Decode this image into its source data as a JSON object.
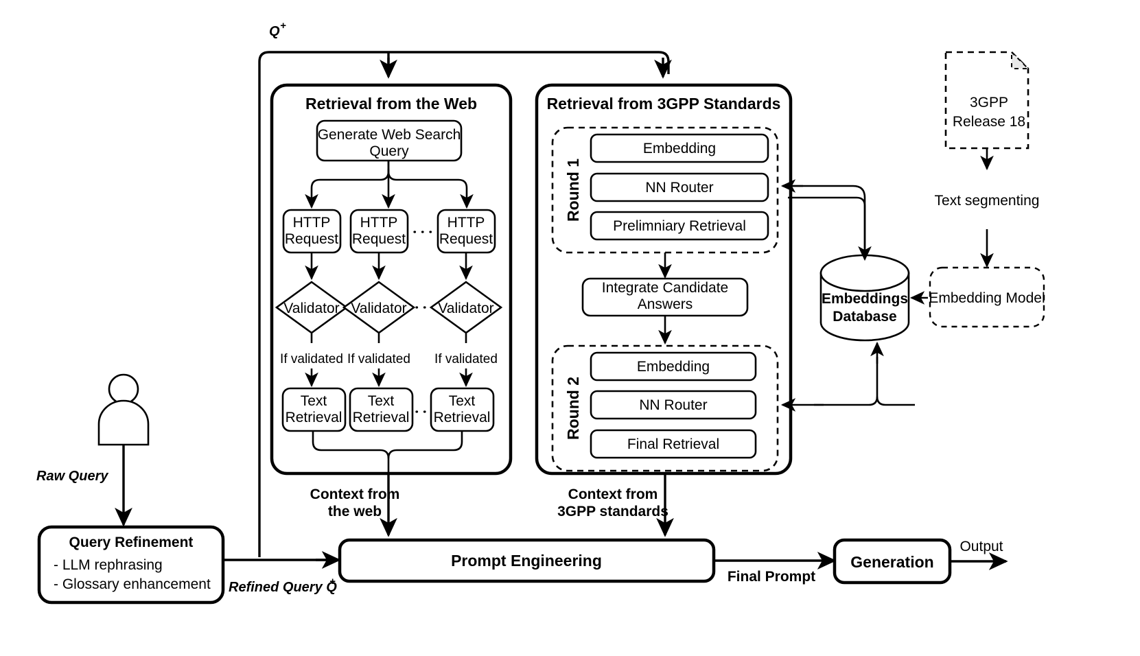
{
  "diagram": {
    "title": "Telecom RAG pipeline architecture",
    "colors": {
      "stroke": "#000000",
      "fill": "#ffffff",
      "page": "#ffffff"
    },
    "labels": {
      "q_plus": "Q",
      "q_plus_sup": "+",
      "raw_query": "Raw Query",
      "refined_query": "Refined Query Q",
      "refined_query_sup": "+",
      "if_validated": "If validated",
      "context_web_l1": "Context from",
      "context_web_l2": "the web",
      "context_3gpp_l1": "Context from",
      "context_3gpp_l2": "3GPP standards",
      "final_prompt": "Final Prompt",
      "output": "Output"
    },
    "groups": {
      "web": {
        "title": "Retrieval from the Web"
      },
      "standards": {
        "title": "Retrieval from 3GPP Standards"
      },
      "round1": {
        "title": "Round 1"
      },
      "round2": {
        "title": "Round 2"
      }
    },
    "nodes": {
      "user": {
        "name": "user-actor"
      },
      "query_refinement": {
        "title": "Query Refinement",
        "bullets": [
          "- LLM rephrasing",
          "- Glossary enhancement"
        ]
      },
      "generate_web_search_query": {
        "line1": "Generate Web Search",
        "line2": "Query"
      },
      "http_requests": [
        {
          "line1": "HTTP",
          "line2": "Request"
        },
        {
          "line1": "HTTP",
          "line2": "Request"
        },
        {
          "line1": "HTTP",
          "line2": "Request"
        }
      ],
      "validators": [
        {
          "label": "Validator"
        },
        {
          "label": "Validator"
        },
        {
          "label": "Validator"
        }
      ],
      "text_retrievals": [
        {
          "line1": "Text",
          "line2": "Retrieval"
        },
        {
          "line1": "Text",
          "line2": "Retrieval"
        },
        {
          "line1": "Text",
          "line2": "Retrieval"
        }
      ],
      "round1_steps": [
        "Embedding",
        "NN Router",
        "Prelimniary Retrieval"
      ],
      "integrate": {
        "line1": "Integrate Candidate",
        "line2": "Answers"
      },
      "round2_steps": [
        "Embedding",
        "NN Router",
        "Final Retrieval"
      ],
      "source_doc": {
        "line1": "3GPP",
        "line2": "Release 18"
      },
      "text_segmenting": {
        "label": "Text segmenting"
      },
      "embedding_model": {
        "label": "Embedding Model"
      },
      "embeddings_db": {
        "line1": "Embeddings",
        "line2": "Database"
      },
      "prompt_engineering": {
        "label": "Prompt Engineering"
      },
      "generation": {
        "label": "Generation"
      }
    }
  }
}
